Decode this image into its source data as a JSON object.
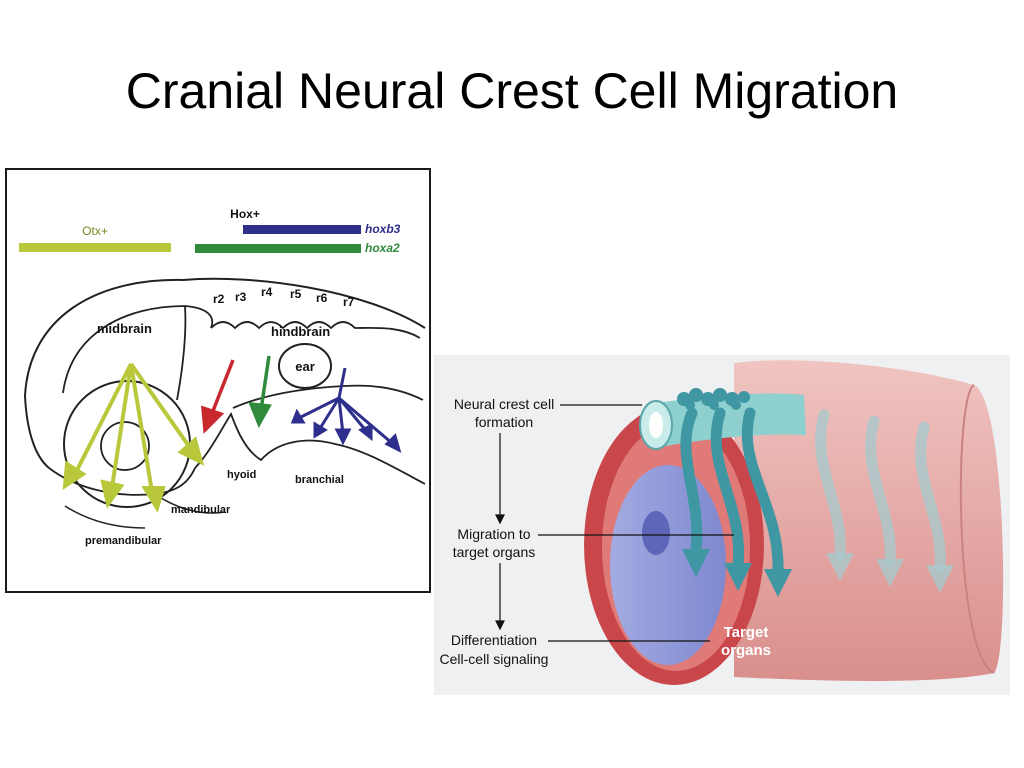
{
  "slide": {
    "title": "Cranial Neural Crest Cell Migration"
  },
  "left_figure": {
    "gene_labels": {
      "otx": "Otx+",
      "hox": "Hox+",
      "hoxb3": "hoxb3",
      "hoxa2": "hoxa2"
    },
    "rhombomeres": [
      "r2",
      "r3",
      "r4",
      "r5",
      "r6",
      "r7"
    ],
    "regions": {
      "midbrain": "midbrain",
      "hindbrain": "hindbrain",
      "ear": "ear",
      "hyoid": "hyoid",
      "branchial": "branchial",
      "mandibular": "mandibular",
      "premandibular": "premandibular"
    },
    "colors": {
      "otx": "#b8c83a",
      "hoxb3": "#2e2f8c",
      "hoxa2": "#2f8a3c",
      "red_arrow": "#c8282e"
    }
  },
  "right_figure": {
    "steps": {
      "formation_line1": "Neural crest cell",
      "formation_line2": "formation",
      "migration_line1": "Migration to",
      "migration_line2": "target organs",
      "differentiation_line1": "Differentiation",
      "differentiation_line2": "Cell-cell signaling"
    },
    "target_line1": "Target",
    "target_line2": "organs",
    "colors": {
      "tube": "#e3a9a6",
      "inner_red": "#c9474a",
      "blue": "#8e98d8",
      "teal": "#3f97a3"
    }
  }
}
